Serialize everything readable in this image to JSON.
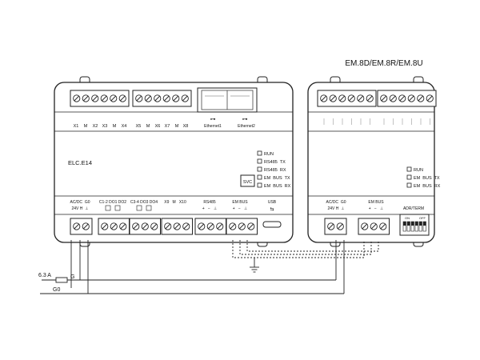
{
  "title": "EM.8D/EM.8R/EM.8U",
  "main_module": {
    "name": "ELC.E14",
    "top_labels": [
      "X1",
      "M",
      "X2",
      "X3",
      "M",
      "X4",
      "X5",
      "M",
      "X6",
      "X7",
      "M",
      "X8"
    ],
    "ethernet": [
      "Ethernet1",
      "Ethernet2"
    ],
    "svc": "SVC",
    "status_leds": [
      "RUN",
      "RS485  TX",
      "RS485  RX",
      "EM  BUS  TX",
      "EM  BUS  RX"
    ],
    "bottom_groups": [
      {
        "label": "AC/DC  G0",
        "sub": "24V H  ⊥"
      },
      {
        "label": "C1-2 DO1 DO2",
        "sub": ""
      },
      {
        "label": "C3-4 DO3 DO4",
        "sub": ""
      },
      {
        "label": "X9   M   X10",
        "sub": ""
      },
      {
        "label": "RS485",
        "sub": "+   −   ⊥"
      },
      {
        "label": "EM BUS",
        "sub": "+   −   ⊥"
      },
      {
        "label": "USB",
        "sub": ""
      }
    ]
  },
  "expansion_module": {
    "status_leds": [
      "RUN",
      "EM  BUS  TX",
      "EM  BUS  RX"
    ],
    "bottom_groups": [
      {
        "label": "AC/DC  G0",
        "sub": "24V H  ⊥"
      },
      {
        "label": "EM BUS",
        "sub": "+   −   ⊥"
      },
      {
        "label": "ADR/TERM",
        "sub": ""
      }
    ],
    "dip_labels": [
      "ON",
      "OFF"
    ]
  },
  "wiring": {
    "fuse_label": "6.3 A",
    "g_label": "G",
    "g0_label": "G0"
  }
}
